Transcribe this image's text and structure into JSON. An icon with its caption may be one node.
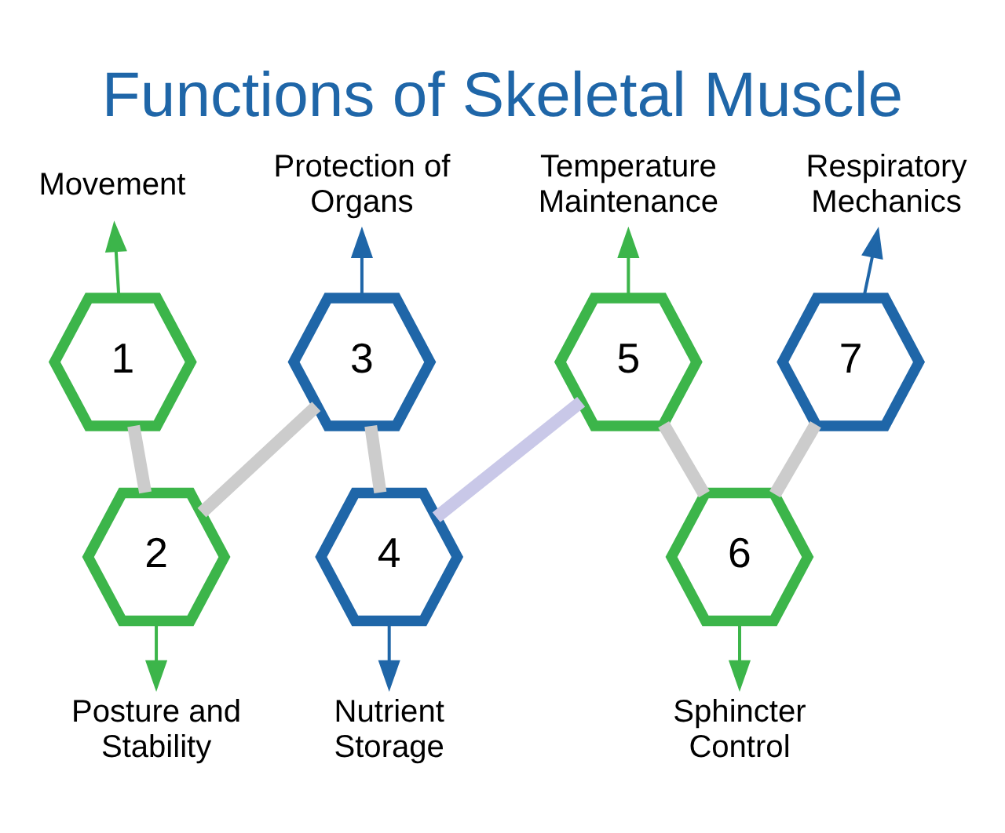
{
  "diagram": {
    "title": "Functions of Skeletal Muscle",
    "nodes": [
      {
        "text": [
          "Movement"
        ]
      },
      {
        "text": [
          "Protection of Organs"
        ]
      },
      {
        "text": [
          "Temperature Maintenance"
        ]
      },
      {
        "text": [
          "Respiratory Mechanics"
        ]
      },
      {
        "text": [
          "1"
        ]
      },
      {
        "text": [
          "2"
        ]
      },
      {
        "text": [
          "3"
        ]
      },
      {
        "text": [
          "4"
        ]
      },
      {
        "text": [
          "5"
        ]
      },
      {
        "text": [
          "6"
        ]
      },
      {
        "text": [
          "7"
        ]
      },
      {
        "text": [
          "Posture and Stability"
        ]
      },
      {
        "text": [
          "Nutrient Storage"
        ]
      },
      {
        "text": [
          "Sphincter Control"
        ]
      }
    ],
    "edges": [
      {
        "from": 4,
        "to": 5,
        "arrow": "none",
        "style": "thick"
      },
      {
        "from": 5,
        "to": 6,
        "arrow": "none",
        "style": "thick"
      },
      {
        "from": 6,
        "to": 7,
        "arrow": "none",
        "style": "thick"
      },
      {
        "from": 7,
        "to": 8,
        "arrow": "none",
        "style": "thick",
        "color": "#c9c8e8"
      },
      {
        "from": 8,
        "to": 9,
        "arrow": "none",
        "style": "thick"
      },
      {
        "from": 9,
        "to": 10,
        "arrow": "none",
        "style": "thick"
      },
      {
        "from": 4,
        "to": 0,
        "arrow": "to",
        "color": "#3cb54a"
      },
      {
        "from": 5,
        "to": 11,
        "arrow": "to",
        "color": "#3cb54a"
      },
      {
        "from": 6,
        "to": 1,
        "arrow": "to",
        "color": "#1f66a8"
      },
      {
        "from": 7,
        "to": 12,
        "arrow": "to",
        "color": "#1f66a8"
      },
      {
        "from": 8,
        "to": 2,
        "arrow": "to",
        "color": "#3cb54a"
      },
      {
        "from": 9,
        "to": 13,
        "arrow": "to",
        "color": "#3cb54a"
      },
      {
        "from": 10,
        "to": 3,
        "arrow": "to",
        "color": "#1f66a8"
      }
    ]
  }
}
